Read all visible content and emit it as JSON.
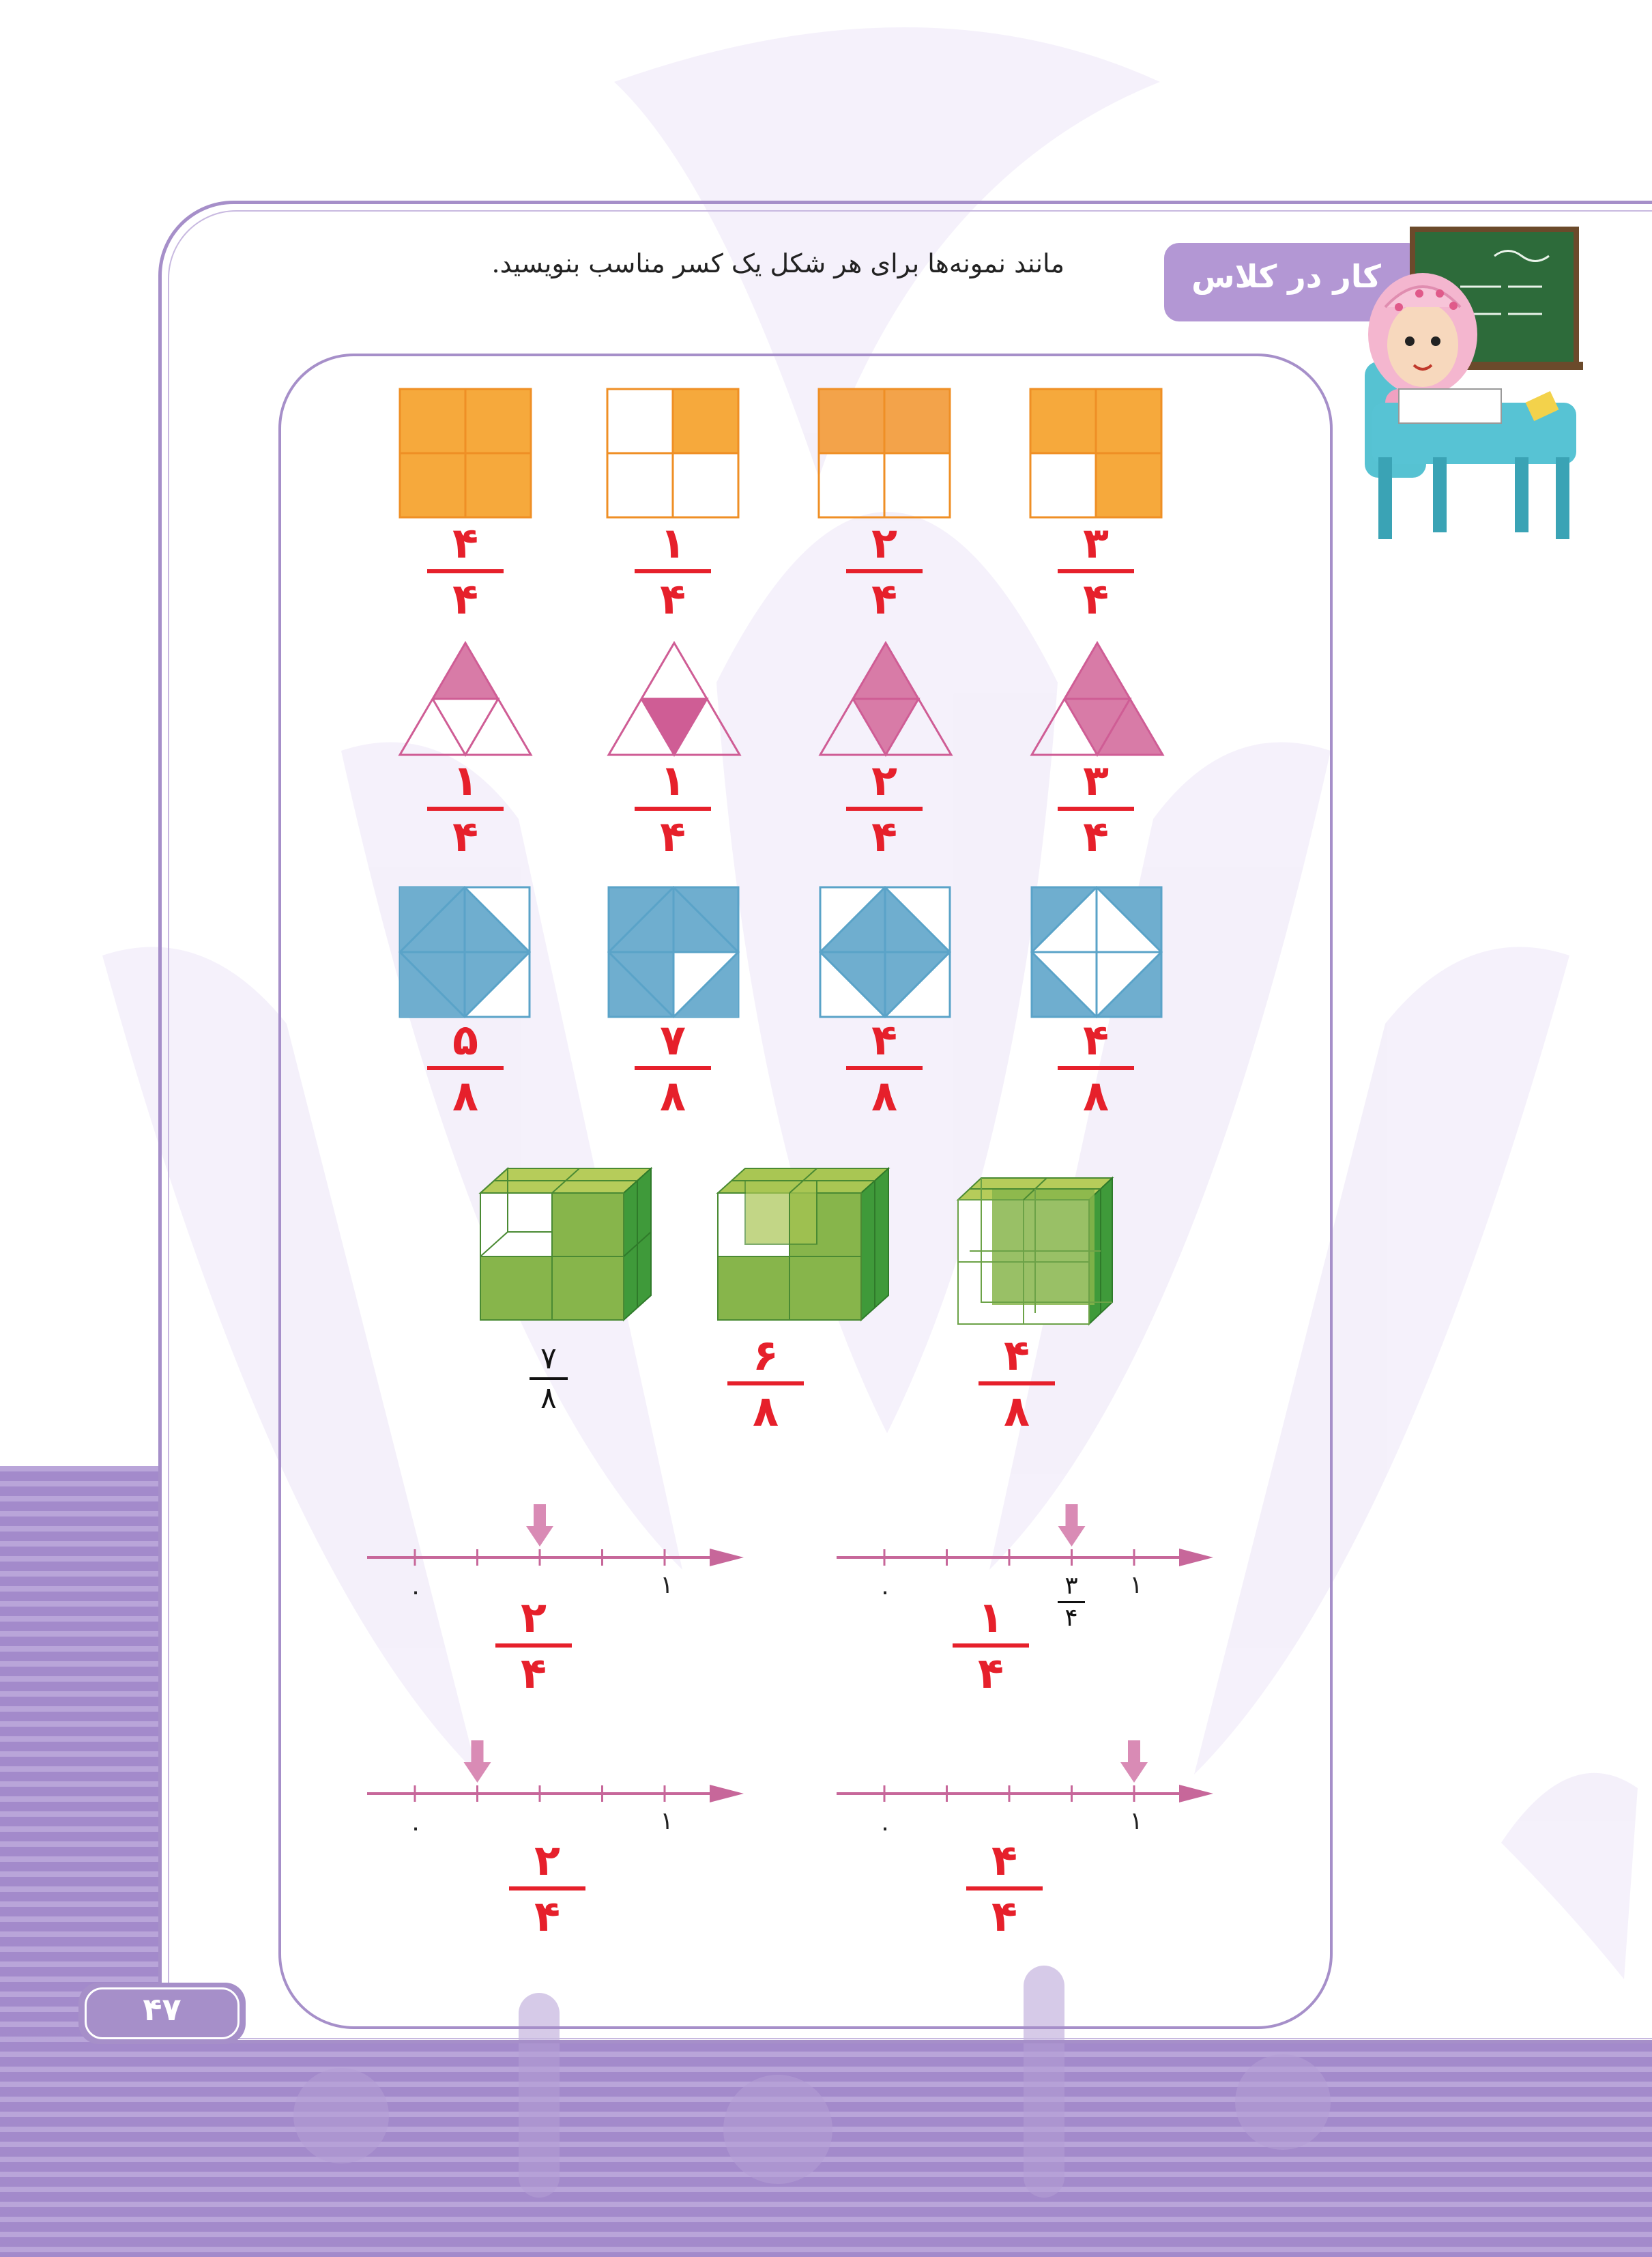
{
  "header": {
    "label": "کار در کلاس"
  },
  "instruction": "مانند نمونه‌ها برای هر شکل یک کسر مناسب بنویسید.",
  "page_number": "۴۷",
  "colors": {
    "frame": "#a68fc9",
    "orange": "#f6a93c",
    "pink": "#d87ba7",
    "blue": "#6faecf",
    "green": "#8cb850",
    "answer": "#e6202b",
    "arrow": "#c7679a"
  },
  "rows": {
    "squares": [
      {
        "fraction": {
          "num": "۴",
          "den": "۴"
        }
      },
      {
        "fraction": {
          "num": "۱",
          "den": "۴"
        }
      },
      {
        "fraction": {
          "num": "۲",
          "den": "۴"
        }
      },
      {
        "fraction": {
          "num": "۳",
          "den": "۴"
        }
      }
    ],
    "triangles": [
      {
        "fraction": {
          "num": "۱",
          "den": "۴"
        }
      },
      {
        "fraction": {
          "num": "۱",
          "den": "۴"
        }
      },
      {
        "fraction": {
          "num": "۲",
          "den": "۴"
        }
      },
      {
        "fraction": {
          "num": "۳",
          "den": "۴"
        }
      }
    ],
    "diamonds": [
      {
        "fraction": {
          "num": "۵",
          "den": "۸"
        }
      },
      {
        "fraction": {
          "num": "۷",
          "den": "۸"
        }
      },
      {
        "fraction": {
          "num": "۴",
          "den": "۸"
        }
      },
      {
        "fraction": {
          "num": "۴",
          "den": "۸"
        }
      }
    ],
    "cubes": [
      {
        "fraction": {
          "num": "۷",
          "den": "۸"
        }
      },
      {
        "fraction": {
          "num": "۶",
          "den": "۸"
        }
      },
      {
        "fraction": {
          "num": "۴",
          "den": "۸"
        }
      }
    ]
  },
  "number_lines": {
    "start_label": "۰",
    "end_label": "۱",
    "example_tick": {
      "num": "۳",
      "den": "۴"
    },
    "answers": [
      {
        "num": "۲",
        "den": "۴",
        "arrow_fraction": 0.5
      },
      {
        "num": "۱",
        "den": "۴",
        "arrow_fraction": 0.75
      },
      {
        "num": "۲",
        "den": "۴",
        "arrow_fraction": 0.25
      },
      {
        "num": "۴",
        "den": "۴",
        "arrow_fraction": 1.0
      }
    ]
  }
}
